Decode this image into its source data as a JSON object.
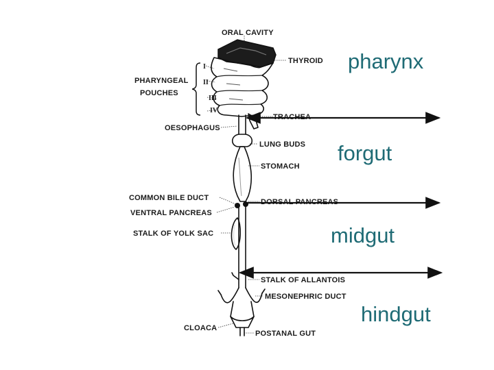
{
  "anatomy_labels": {
    "oral_cavity": "ORAL CAVITY",
    "thyroid": "THYROID",
    "pharyngeal": "PHARYNGEAL",
    "pouches": "POUCHES",
    "pouch_numbers": [
      "I",
      "II",
      "III",
      "IV"
    ],
    "trachea": "TRACHEA",
    "oesophagus": "OESOPHAGUS",
    "lung_buds": "LUNG BUDS",
    "stomach": "STOMACH",
    "common_bile_duct": "COMMON BILE DUCT",
    "dorsal_pancreas": "DORSAL PANCREAS",
    "ventral_pancreas": "VENTRAL PANCREAS",
    "stalk_of_yolk_sac": "STALK OF YOLK SAC",
    "stalk_of_allantois": "STALK OF ALLANTOIS",
    "mesonephric_duct": "MESONEPHRIC DUCT",
    "cloaca": "CLOACA",
    "postanal_gut": "POSTANAL GUT"
  },
  "regions": {
    "pharynx": "pharynx",
    "foregut": "forgut",
    "midgut": "midgut",
    "hindgut": "hindgut"
  },
  "colors": {
    "region_text": "#1f6b75",
    "ink": "#111111",
    "background": "#ffffff"
  }
}
